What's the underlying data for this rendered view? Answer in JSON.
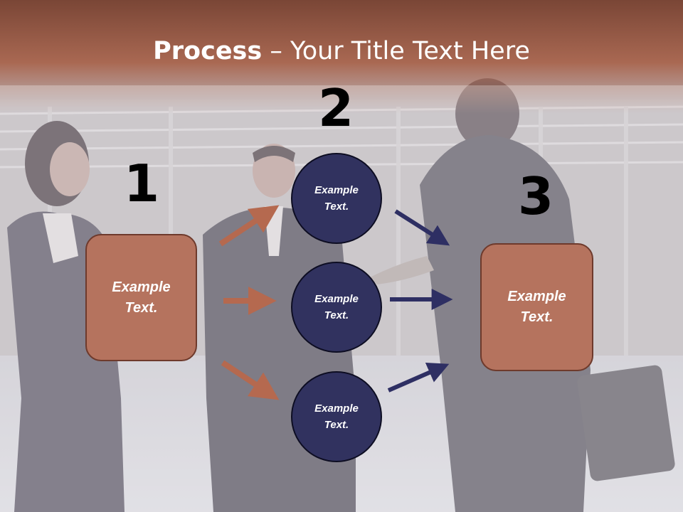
{
  "slide": {
    "title_bold": "Process",
    "title_rest": " – Your Title Text Here"
  },
  "steps": {
    "step1": {
      "number": "1",
      "text": "Example\nText."
    },
    "step2": {
      "number": "2",
      "items": [
        {
          "text": "Example\nText."
        },
        {
          "text": "Example\nText."
        },
        {
          "text": "Example\nText."
        }
      ]
    },
    "step3": {
      "number": "3",
      "text": "Example\nText."
    }
  },
  "colors": {
    "header_band": "#a35f4a",
    "box_fill": "#b5735e",
    "circle_fill": "#31325f",
    "arrow_brown": "#b5694f",
    "arrow_navy": "#2e2f63"
  },
  "icons": {
    "arrow_left_group": "arrow-right-icon",
    "arrow_right_group": "arrow-right-icon"
  }
}
